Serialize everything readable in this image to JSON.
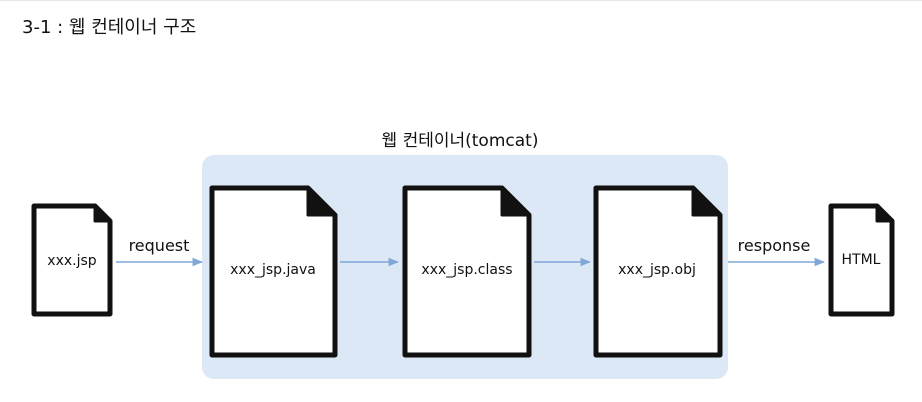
{
  "slide": {
    "title": "3-1 : 웹 컨테이너 구조"
  },
  "container": {
    "label": "웹 컨테이너(tomcat)",
    "fill_color": "#dde8f6"
  },
  "documents": {
    "input": {
      "label": "xxx.jsp"
    },
    "java": {
      "label": "xxx_jsp.java"
    },
    "class": {
      "label": "xxx_jsp.class"
    },
    "obj": {
      "label": "xxx_jsp.obj"
    },
    "output": {
      "label": "HTML"
    }
  },
  "flows": {
    "request": {
      "label": "request"
    },
    "response": {
      "label": "response"
    },
    "arrow_color": "#7fa8d8"
  }
}
